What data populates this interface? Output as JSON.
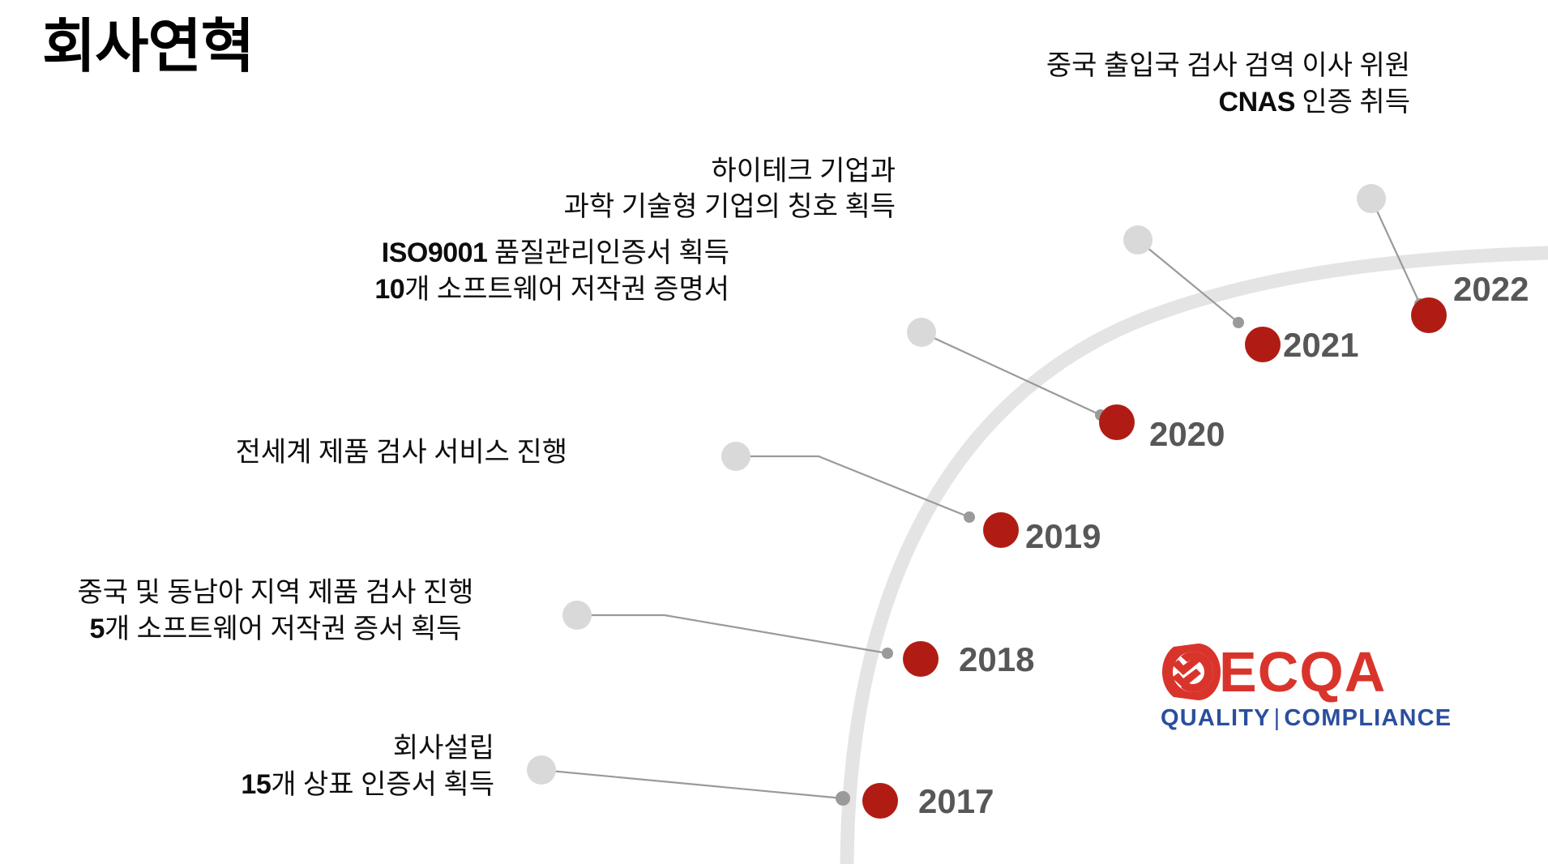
{
  "title": "회사연혁",
  "theme": {
    "arc_color": "#e4e4e4",
    "milestone_dot_color": "#b01c14",
    "bullet_dot_color": "#d9d9d9",
    "connector_color": "#9a9a9a",
    "year_text_color": "#575757",
    "label_text_color": "#0d0d0d",
    "logo_red": "#d9342b",
    "logo_blue": "#2b4f9e"
  },
  "chart_data": {
    "type": "timeline",
    "title": "회사연혁",
    "orientation": "arc-ascending",
    "years": [
      "2017",
      "2018",
      "2019",
      "2020",
      "2021",
      "2022"
    ],
    "events": [
      {
        "year": "2017",
        "lines": [
          "회사설립",
          "15개 상표 인증서 획득"
        ],
        "bold_prefix": "15"
      },
      {
        "year": "2018",
        "lines": [
          "중국 및 동남아 지역 제품 검사 진행",
          "5개 소프트웨어 저작권 증서  획득"
        ],
        "bold_prefix": "5"
      },
      {
        "year": "2019",
        "lines": [
          "전세계 제품 검사 서비스 진행"
        ],
        "bold_prefix": ""
      },
      {
        "year": "2020",
        "lines": [
          "ISO9001 품질관리인증서 획득",
          "10개 소프트웨어 저작권 증명서"
        ],
        "bold_prefix": "ISO9001 / 10"
      },
      {
        "year": "2021",
        "lines": [
          "하이테크 기업과",
          "과학 기술형 기업의 칭호 획득"
        ],
        "bold_prefix": ""
      },
      {
        "year": "2022",
        "lines": [
          "중국 출입국 검사 검역 이사 위원",
          "CNAS 인증 취득"
        ],
        "bold_prefix": "CNAS"
      }
    ]
  },
  "events": {
    "e2017": {
      "line1": "회사설립",
      "line2_bold": "15",
      "line2_rest": "개 상표 인증서 획득",
      "year": "2017"
    },
    "e2018": {
      "line1": "중국 및 동남아 지역 제품 검사 진행",
      "line2_bold": "5",
      "line2_rest": "개 소프트웨어 저작권 증서  획득",
      "year": "2018"
    },
    "e2019": {
      "line1": "전세계 제품 검사 서비스 진행",
      "year": "2019"
    },
    "e2020": {
      "line1_bold": "ISO9001",
      "line1_rest": " 품질관리인증서 획득",
      "line2_bold": "10",
      "line2_rest": "개 소프트웨어 저작권 증명서",
      "year": "2020"
    },
    "e2021": {
      "line1": "하이테크 기업과",
      "line2": "과학 기술형 기업의 칭호 획득",
      "year": "2021"
    },
    "e2022": {
      "line1": "중국 출입국 검사 검역 이사 위원",
      "line2_bold": "CNAS",
      "line2_rest": " 인증 취득",
      "year": "2022"
    }
  },
  "logo": {
    "wordmark": "ECQA",
    "tagline_left": "QUALITY",
    "tagline_separator": "|",
    "tagline_right": "COMPLIANCE"
  }
}
